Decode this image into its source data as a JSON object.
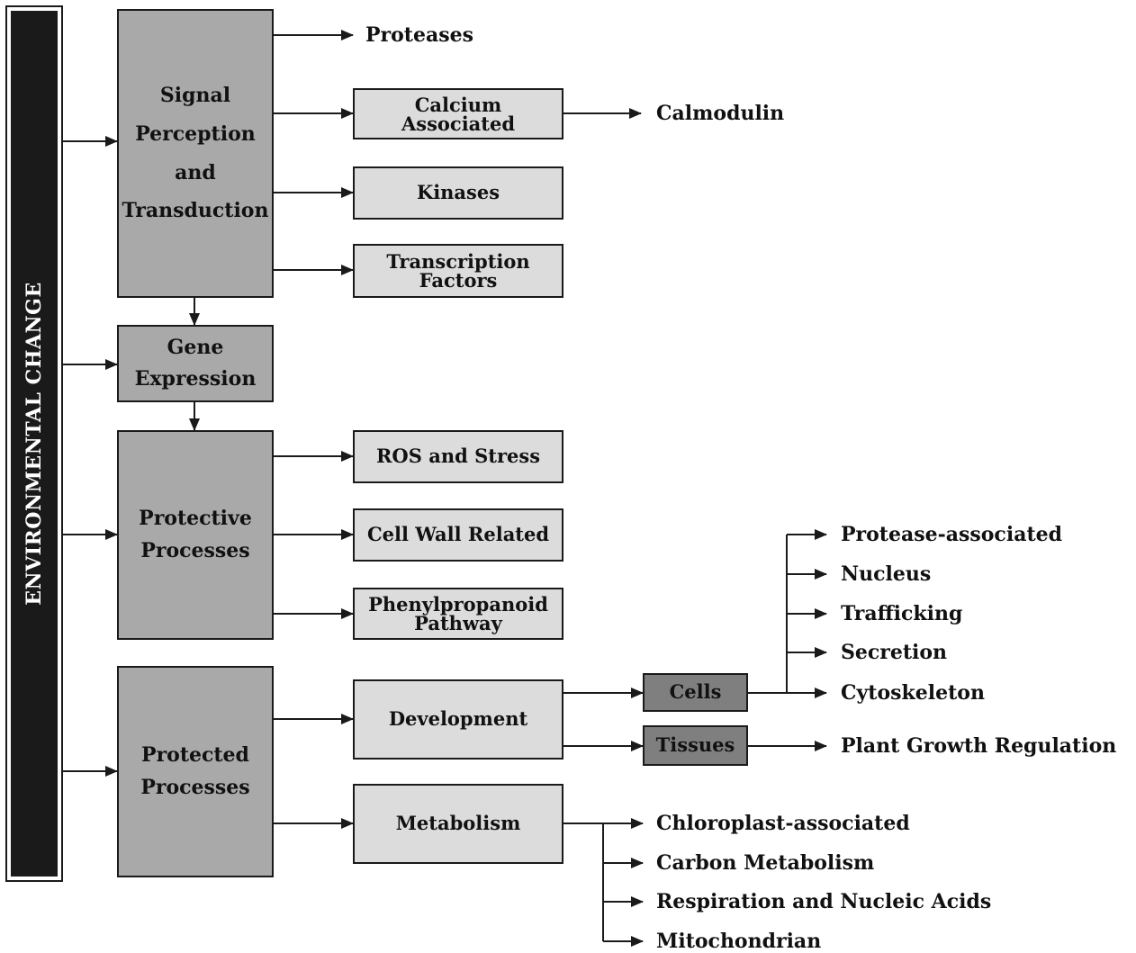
{
  "environment": "ENVIRONMENTAL CHANGE",
  "signal": "Signal\nPerception\nand\nTransduction",
  "gene": "Gene\nExpression",
  "protective": "Protective\nProcesses",
  "protected": "Protected\nProcesses",
  "proteases": "Proteases",
  "calcium": "Calcium\nAssociated",
  "calmodulin": "Calmodulin",
  "kinases": "Kinases",
  "transcription": "Transcription\nFactors",
  "ros": "ROS and Stress",
  "cellwall": "Cell Wall Related",
  "phenyl": "Phenylpropanoid\nPathway",
  "development": "Development",
  "metabolism": "Metabolism",
  "cells": "Cells",
  "tissues": "Tissues",
  "cells_items": [
    "Protease-associated",
    "Nucleus",
    "Trafficking",
    "Secretion",
    "Cytoskeleton"
  ],
  "tissues_item": "Plant Growth Regulation",
  "metabolism_items": [
    "Chloroplast-associated",
    "Carbon Metabolism",
    "Respiration and Nucleic Acids",
    "Mitochondrian"
  ],
  "colors": {
    "dark_box": "#a9a9a9",
    "light_box": "#dcdcdc",
    "mid_box": "#7f7f7f",
    "line": "#1a1a1a"
  }
}
